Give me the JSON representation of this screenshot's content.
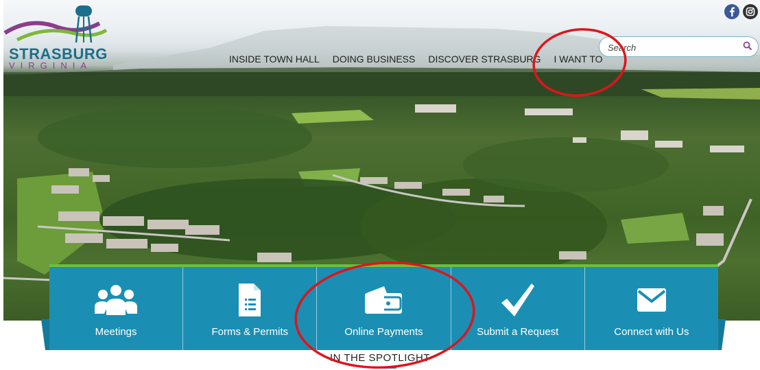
{
  "brand": {
    "name": "STRASBURG",
    "state": "VIRGINIA",
    "colors": {
      "teal": "#1a6f8c",
      "purple": "#8a3e8a",
      "green": "#7fb73a"
    }
  },
  "nav": {
    "items": [
      {
        "label": "INSIDE TOWN HALL"
      },
      {
        "label": "DOING BUSINESS"
      },
      {
        "label": "DISCOVER STRASBURG"
      },
      {
        "label": "I WANT TO"
      }
    ]
  },
  "search": {
    "placeholder": "Search",
    "icon": "search-icon"
  },
  "social": [
    {
      "icon": "facebook-icon",
      "color": "#3b5998"
    },
    {
      "icon": "instagram-icon",
      "color": "#333333"
    }
  ],
  "quick_links": {
    "colors": {
      "panel": "#1a8fb3",
      "accent": "#6dbf3a"
    },
    "items": [
      {
        "label": "Meetings",
        "icon": "people-icon"
      },
      {
        "label": "Forms & Permits",
        "icon": "document-icon"
      },
      {
        "label": "Online Payments",
        "icon": "payment-card-icon"
      },
      {
        "label": "Submit a Request",
        "icon": "checkmark-icon"
      },
      {
        "label": "Connect with Us",
        "icon": "envelope-icon"
      }
    ]
  },
  "spotlight": {
    "heading": "IN THE SPOTLIGHT"
  },
  "annotations": {
    "color": "#e0141b",
    "circled": [
      "I WANT TO",
      "Online Payments"
    ]
  }
}
